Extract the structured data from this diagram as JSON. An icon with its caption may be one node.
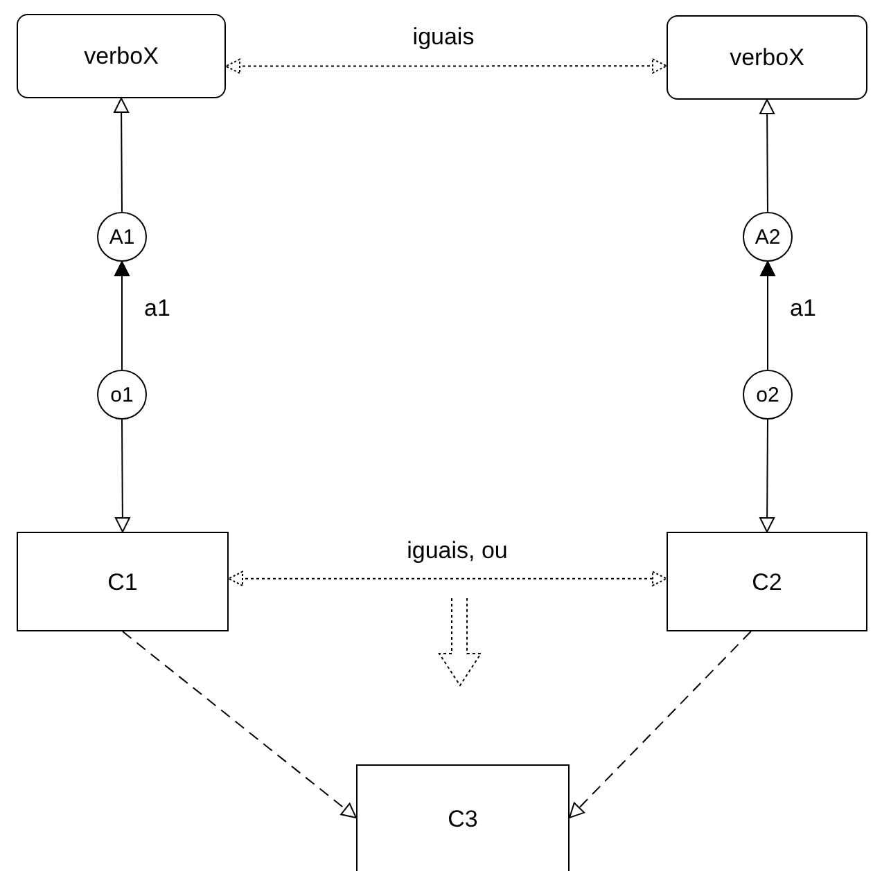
{
  "diagram": {
    "nodes": [
      {
        "text": [
          "verboX"
        ]
      },
      {
        "text": [
          "verboX"
        ]
      },
      {
        "text": [
          "A1"
        ]
      },
      {
        "text": [
          "A2"
        ]
      },
      {
        "text": [
          "o1"
        ]
      },
      {
        "text": [
          "o2"
        ]
      },
      {
        "text": [
          "C1"
        ]
      },
      {
        "text": [
          "C2"
        ]
      },
      {
        "text": [
          "C3"
        ]
      }
    ],
    "edges": [
      {
        "from": 0,
        "to": 1,
        "arrow": "both",
        "label": "iguais",
        "style": "dashed"
      },
      {
        "from": 2,
        "to": 0,
        "arrow": "to"
      },
      {
        "from": 3,
        "to": 1,
        "arrow": "to"
      },
      {
        "from": 4,
        "to": 2,
        "arrow": "to",
        "label": "a1"
      },
      {
        "from": 5,
        "to": 3,
        "arrow": "to",
        "label": "a1"
      },
      {
        "from": 4,
        "to": 6,
        "arrow": "to"
      },
      {
        "from": 5,
        "to": 7,
        "arrow": "to"
      },
      {
        "from": 6,
        "to": 7,
        "arrow": "both",
        "label": "iguais, ou",
        "style": "dashed"
      },
      {
        "from": 6,
        "to": 8,
        "arrow": "to",
        "style": "dashed"
      },
      {
        "from": 7,
        "to": 8,
        "arrow": "to",
        "style": "dashed"
      }
    ]
  }
}
